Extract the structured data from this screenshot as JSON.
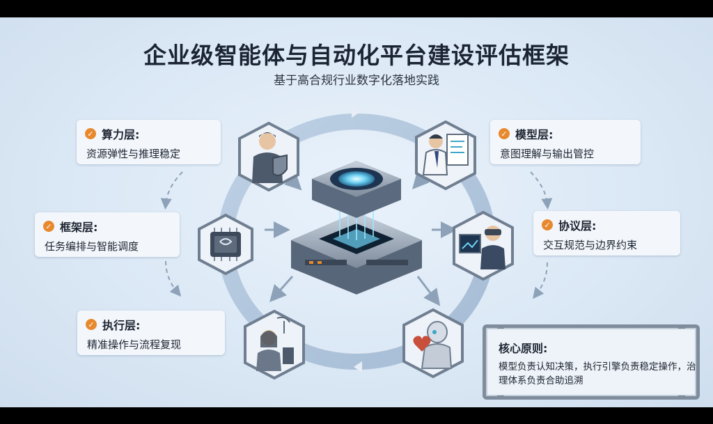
{
  "title": "企业级智能体与自动化平台建设评估框架",
  "subtitle": "基于高合规行业数字化落地实践",
  "layers": [
    {
      "name": "算力层:",
      "desc": "资源弹性与推理稳定"
    },
    {
      "name": "模型层:",
      "desc": "意图理解与输出管控"
    },
    {
      "name": "框架层:",
      "desc": "任务编排与智能调度"
    },
    {
      "name": "协议层:",
      "desc": "交互规范与边界约束"
    },
    {
      "name": "执行层:",
      "desc": "精准操作与流程复现"
    }
  ],
  "principle": {
    "title": "核心原则:",
    "text": "模型负责认知决策，执行引擎负责稳定操作，治理体系负责合助追溯"
  },
  "icons": {
    "check": "check-icon",
    "nodes": [
      "armored-guard-icon",
      "engineer-report-icon",
      "chip-icon",
      "vr-operator-icon",
      "radio-operator-icon",
      "robot-heart-icon",
      "server-core-icon"
    ]
  },
  "colors": {
    "accent": "#e8892e",
    "ring": "#a9bfd6",
    "hex_border": "#6f7e90",
    "text": "#1b2433"
  }
}
